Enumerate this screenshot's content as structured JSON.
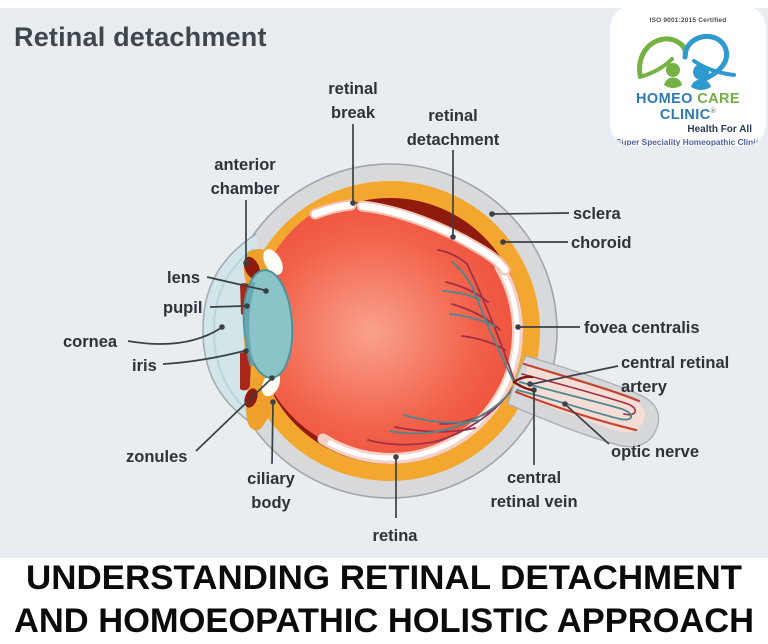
{
  "page": {
    "title": "Retinal detachment",
    "background_color": "#e7edf0"
  },
  "logo": {
    "iso_text": "ISO 9001:2015 Certified",
    "name_word1": "HOMEO",
    "name_word2": "CARE",
    "name_word3": "CLINIC",
    "registered_mark": "®",
    "tagline": "Health For All",
    "subtitle": "Super Speciality Homeopathic Clinic",
    "colors": {
      "blue": "#2c7ab2",
      "green": "#72ae44",
      "navy": "#2b3c55",
      "subtitle_blue": "#4b5fa5"
    }
  },
  "diagram": {
    "labels": [
      {
        "id": "retinal-break",
        "text": "retinal\nbreak"
      },
      {
        "id": "retinal-detachment",
        "text": "retinal\ndetachment"
      },
      {
        "id": "anterior-chamber",
        "text": "anterior\nchamber"
      },
      {
        "id": "lens",
        "text": "lens"
      },
      {
        "id": "pupil",
        "text": "pupil"
      },
      {
        "id": "cornea",
        "text": "cornea"
      },
      {
        "id": "iris",
        "text": "iris"
      },
      {
        "id": "zonules",
        "text": "zonules"
      },
      {
        "id": "ciliary-body",
        "text": "ciliary\nbody"
      },
      {
        "id": "retina",
        "text": "retina"
      },
      {
        "id": "sclera",
        "text": "sclera"
      },
      {
        "id": "choroid",
        "text": "choroid"
      },
      {
        "id": "fovea-centralis",
        "text": "fovea centralis"
      },
      {
        "id": "central-retinal-artery",
        "text": "central retinal\nartery"
      },
      {
        "id": "optic-nerve",
        "text": "optic nerve"
      },
      {
        "id": "central-retinal-vein",
        "text": "central\nretinal vein"
      }
    ],
    "colors": {
      "sclera_gray": "#d7d9db",
      "outline_gray": "#a0a6ab",
      "choroid_orange": "#f4a72e",
      "hemorrhage_dark_red": "#8f1b0e",
      "vitreous_red": "#ee4c35",
      "vitreous_highlight": "#f9a28c",
      "retina_pink": "#f5d0c4",
      "retina_white": "#ffffff",
      "lens_teal": "#8ac3c8",
      "cornea_blue": "#d2e5e9",
      "iris_red": "#a8271a",
      "vessel_maroon": "#a03048",
      "vessel_teal": "#4d8791",
      "label_ink": "#2d3338"
    }
  },
  "footer": {
    "line1": "UNDERSTANDING RETINAL DETACHMENT",
    "line2": "AND HOMOEOPATHIC HOLISTIC APPROACH"
  }
}
